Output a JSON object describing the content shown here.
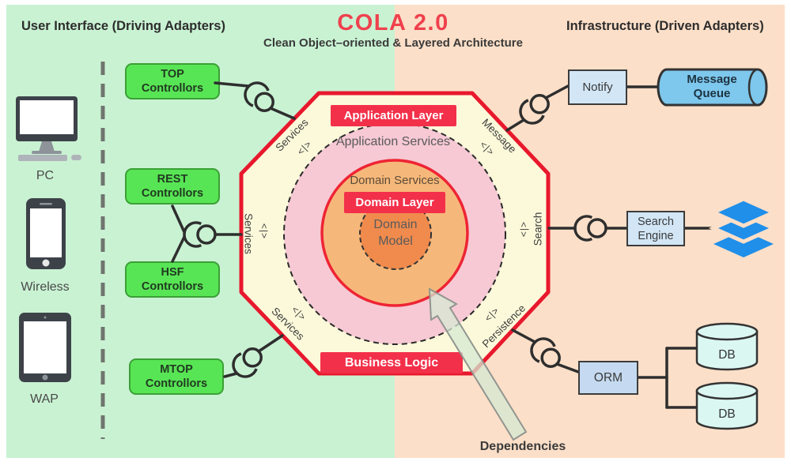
{
  "title": {
    "main": "COLA 2.0",
    "subtitle": "Clean Object–oriented & Layered Architecture"
  },
  "headers": {
    "left": "User Interface (Driving Adapters)",
    "right": "Infrastructure (Driven Adapters)"
  },
  "devices": [
    {
      "label": "PC"
    },
    {
      "label": "Wireless"
    },
    {
      "label": "WAP"
    }
  ],
  "controllers": [
    {
      "line1": "TOP",
      "line2": "Controllors"
    },
    {
      "line1": "REST",
      "line2": "Controllors"
    },
    {
      "line1": "HSF",
      "line2": "Controllors"
    },
    {
      "line1": "MTOP",
      "line2": "Controllors"
    }
  ],
  "octagon": {
    "banners": {
      "application": "Application Layer",
      "domain": "Domain Layer",
      "business": "Business Logic"
    },
    "rings": {
      "application_services": "Application Services",
      "domain_services": "Domain Services",
      "domain_model_line1": "Domain",
      "domain_model_line2": "Model"
    },
    "edges": {
      "services_top_left": "Services",
      "services_left": "Services",
      "services_bottom_left": "Services",
      "message": "Message",
      "search": "Search",
      "persistence": "Persistence",
      "port_glyph": "<|>"
    }
  },
  "infrastructure": {
    "notify": "Notify",
    "message_queue_line1": "Message",
    "message_queue_line2": "Queue",
    "search_engine_line1": "Search",
    "search_engine_line2": "Engine",
    "orm": "ORM",
    "db1": "DB",
    "db2": "DB"
  },
  "annotations": {
    "dependencies": "Dependencies"
  },
  "colors": {
    "panel_left": "#c9f2d3",
    "panel_right": "#fcdfc8",
    "octagon_fill": "#fcf9da",
    "octagon_border": "#e8182d",
    "ring_pink": "#f6c9d4",
    "domain_fill": "#f6b87a",
    "domain_model_fill": "#f08b4d",
    "banner_red": "#f3304a",
    "controller_green": "#58e555",
    "controller_border": "#3ba036",
    "infra_blue_box": "#d2e6f6",
    "queue_blue": "#7ec7ed",
    "db_cyan": "#dbf7f2",
    "layers_blue": "#1f8fea",
    "title_red": "#ef414d"
  }
}
